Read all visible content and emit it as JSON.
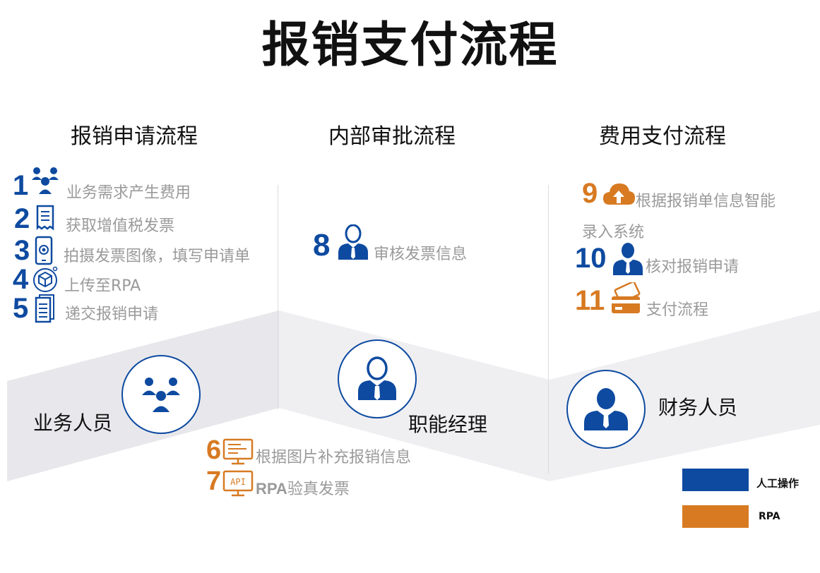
{
  "title": "报销支付流程",
  "sections": {
    "apply": "报销申请流程",
    "approve": "内部审批流程",
    "pay": "费用支付流程"
  },
  "steps": [
    {
      "num": "1",
      "text": "业务需求产生费用",
      "type": "manual",
      "icon": "people-group-icon"
    },
    {
      "num": "2",
      "text": "获取增值税发票",
      "type": "manual",
      "icon": "receipt-icon"
    },
    {
      "num": "3",
      "text": "拍摄发票图像，填写申请单",
      "type": "manual",
      "icon": "phone-camera-icon"
    },
    {
      "num": "4",
      "text": "上传至RPA",
      "type": "manual",
      "icon": "cube-icon"
    },
    {
      "num": "5",
      "text": "递交报销申请",
      "type": "manual",
      "icon": "document-stack-icon"
    },
    {
      "num": "6",
      "text": "根据图片补充报销信息",
      "type": "rpa",
      "icon": "monitor-code-icon"
    },
    {
      "num": "7",
      "text_prefix": "RPA",
      "text": "验真发票",
      "type": "rpa",
      "icon": "api-monitor-icon"
    },
    {
      "num": "8",
      "text": "审核发票信息",
      "type": "manual",
      "icon": "person-tie-icon"
    },
    {
      "num": "9",
      "text_line1": "根据报销单信息智能",
      "text_line2": "录入系统",
      "type": "rpa",
      "icon": "cloud-upload-icon"
    },
    {
      "num": "10",
      "text": "核对报销申请",
      "type": "manual",
      "icon": "person-tie-icon"
    },
    {
      "num": "11",
      "text": "支付流程",
      "type": "rpa",
      "icon": "credit-card-icon"
    }
  ],
  "roles": {
    "business": "业务人员",
    "manager": "职能经理",
    "finance": "财务人员"
  },
  "legend": {
    "manual": "人工操作",
    "rpa": "RPA"
  },
  "colors": {
    "manual": "#0e4aa0",
    "rpa": "#d77a22",
    "step_text": "#9a9a9a",
    "band": "#efeff2"
  }
}
